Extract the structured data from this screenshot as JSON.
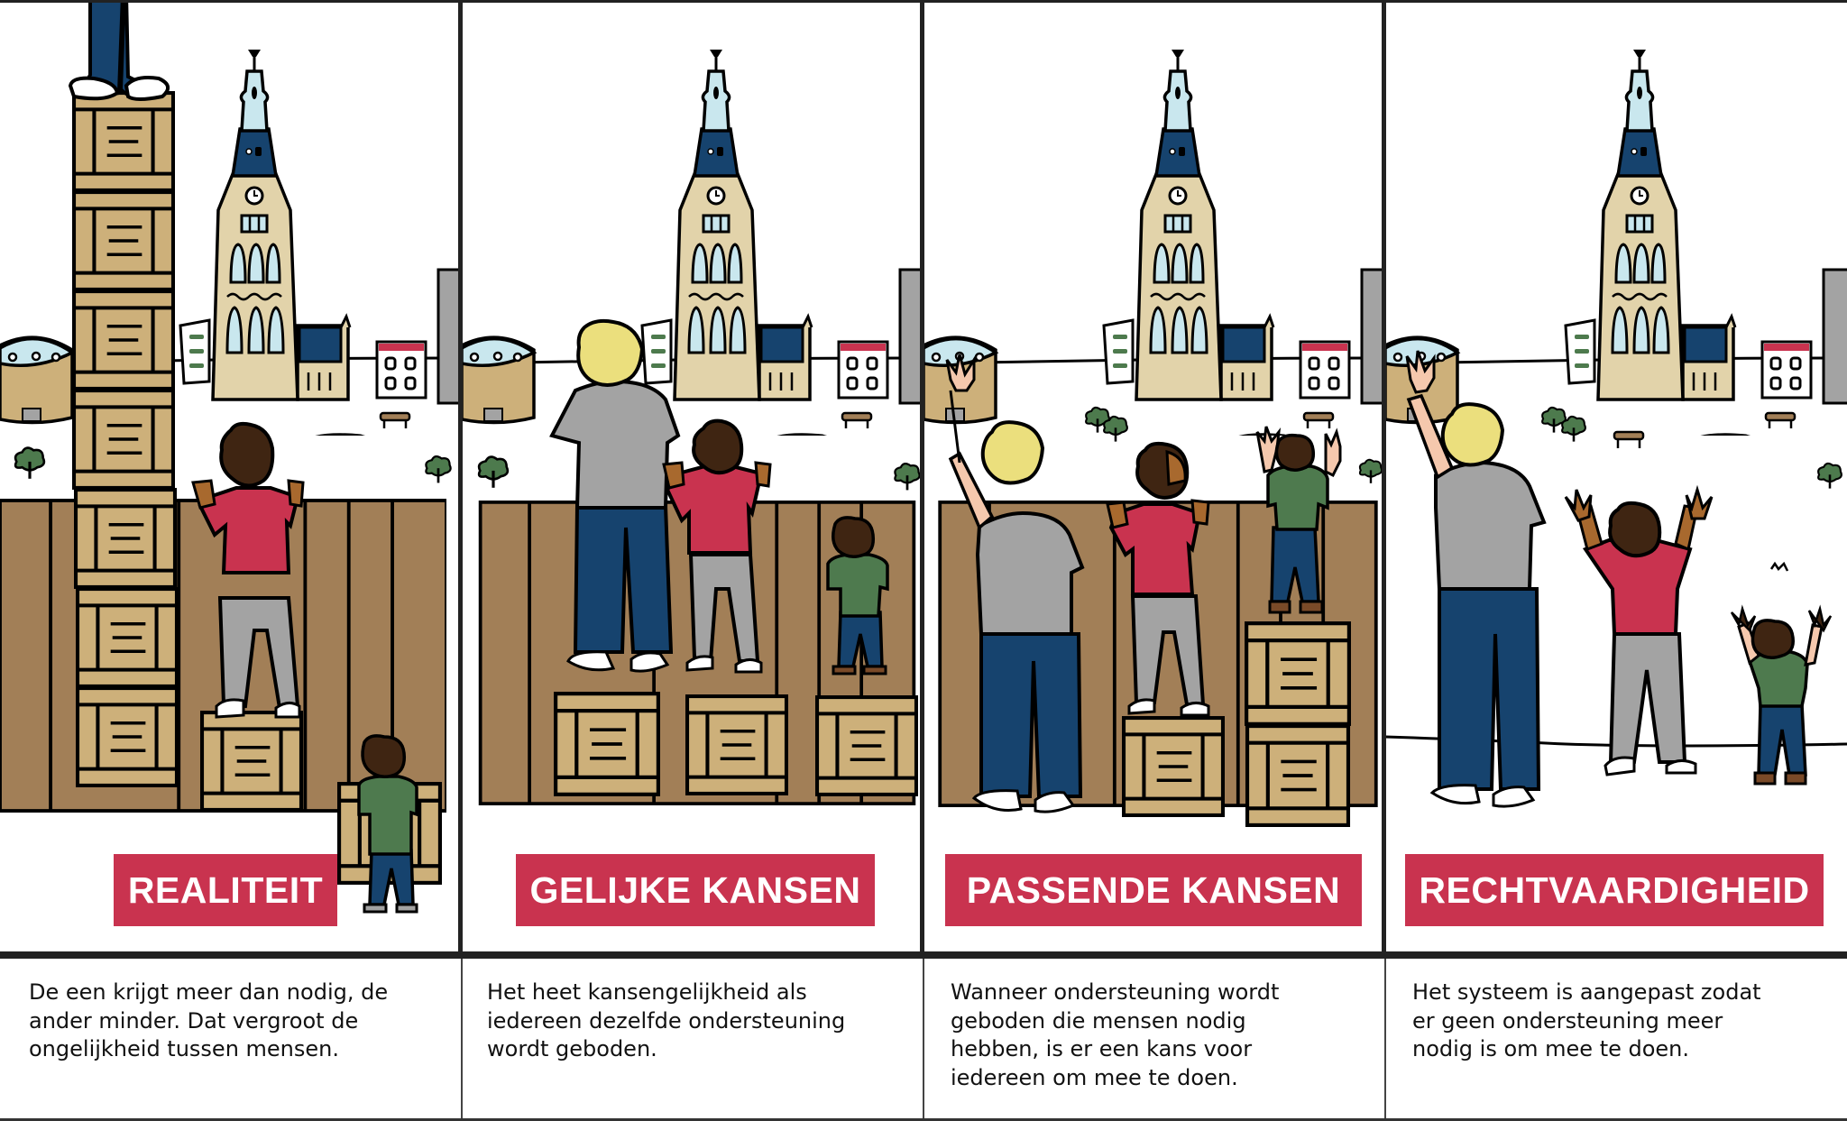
{
  "panels": [
    {
      "id": "realiteit",
      "label": "REALITEIT",
      "caption": "De een krijgt meer dan nodig, de ander minder. Dat vergroot de ongelijkheid tussen mensen.",
      "caption_lines": [
        "De een krijgt meer dan nodig, de",
        "ander minder. Dat vergroot de",
        "ongelijkheid tussen mensen."
      ]
    },
    {
      "id": "gelijke-kansen",
      "label": "GELIJKE KANSEN",
      "caption": "Het heet kansengelijkheid als iedereen dezelfde ondersteuning wordt geboden.",
      "caption_lines": [
        "Het heet kansengelijkheid als",
        "iedereen dezelfde ondersteuning",
        "wordt geboden."
      ]
    },
    {
      "id": "passende-kansen",
      "label": "PASSENDE KANSEN",
      "caption": "Wanneer ondersteuning wordt geboden die mensen nodig hebben, is er een kans voor iedereen om mee te doen.",
      "caption_lines": [
        "Wanneer ondersteuning wordt",
        "geboden die mensen nodig",
        "hebben, is er een kans voor",
        "iedereen om mee te doen."
      ]
    },
    {
      "id": "rechtvaardigheid",
      "label": "RECHTVAARDIGHEID",
      "caption": "Het systeem is aangepast zodat er geen ondersteuning meer nodig is om mee te doen.",
      "caption_lines": [
        "Het systeem is aangepast zodat",
        "er geen ondersteuning meer",
        "nodig is om mee te doen."
      ]
    }
  ],
  "colors": {
    "label_bg": "#c9334f",
    "label_text": "#ffffff",
    "fence": "#a27f57",
    "crate": "#cdb07a",
    "tower": "#e2d3aa",
    "roof_blue": "#16436e",
    "window_blue": "#c9e7ee",
    "tree_green": "#4d7a4d",
    "shirt_gray": "#a3a3a3",
    "shirt_red": "#c9334f",
    "shirt_green": "#4e7a4e",
    "jeans": "#16436e",
    "hair_blond": "#ebdf7d",
    "hair_brown": "#3f2512",
    "border": "#222222"
  }
}
